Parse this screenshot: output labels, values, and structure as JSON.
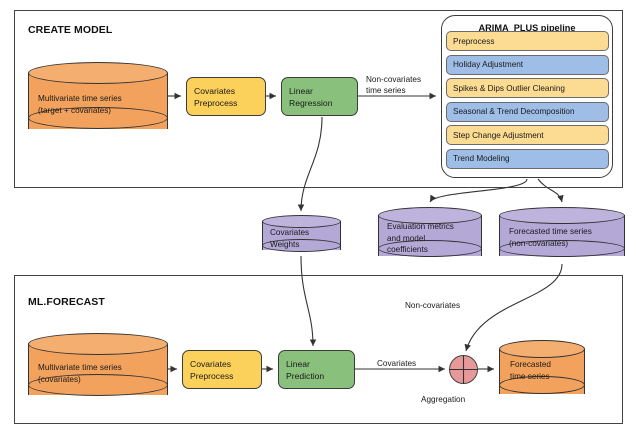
{
  "colors": {
    "orange_fill": "#F2A25C",
    "orange_top": "#F4AE70",
    "purple_fill": "#B3A8D6",
    "purple_top": "#BDB3DD",
    "yellow_fill": "#FBD05B",
    "yellow_stage": "#FCDC93",
    "green_fill": "#89C07C",
    "blue_stage": "#9EBEE8",
    "red_fill": "#E79999",
    "stroke": "#3c3c3c",
    "text": "#1a1a1a"
  },
  "create_model": {
    "title": "CREATE MODEL",
    "source_db": "Multivariate time series\n(target + covariates)",
    "preprocess": "Covariates\nPreprocess",
    "linear_regression": "Linear\nRegression",
    "edge_label": "Non-covariates\ntime series",
    "pipeline": {
      "title": "ARIMA_PLUS pipeline",
      "stages": [
        {
          "label": "Preprocess",
          "tone": "yellow"
        },
        {
          "label": "Holiday Adjustment",
          "tone": "blue"
        },
        {
          "label": "Spikes & Dips Outlier Cleaning",
          "tone": "yellow"
        },
        {
          "label": "Seasonal & Trend Decomposition",
          "tone": "blue"
        },
        {
          "label": "Step Change Adjustment",
          "tone": "yellow"
        },
        {
          "label": "Trend Modeling",
          "tone": "blue"
        }
      ]
    }
  },
  "artifacts": [
    {
      "label": "Covariates\nWeights"
    },
    {
      "label": "Evaluation metrics\nand model\ncoefficients"
    },
    {
      "label": "Forecasted time series\n(non-covariates)"
    }
  ],
  "ml_forecast": {
    "title": "ML.FORECAST",
    "source_db": "Multivariate time series\n(covariates)",
    "preprocess": "Covariates\nPreprocess",
    "linear_prediction": "Linear\nPrediction",
    "covariates_label": "Covariates",
    "non_covariates_label": "Non-covariates",
    "aggregation_label": "Aggregation",
    "output_db": "Forecasted\ntime series"
  }
}
